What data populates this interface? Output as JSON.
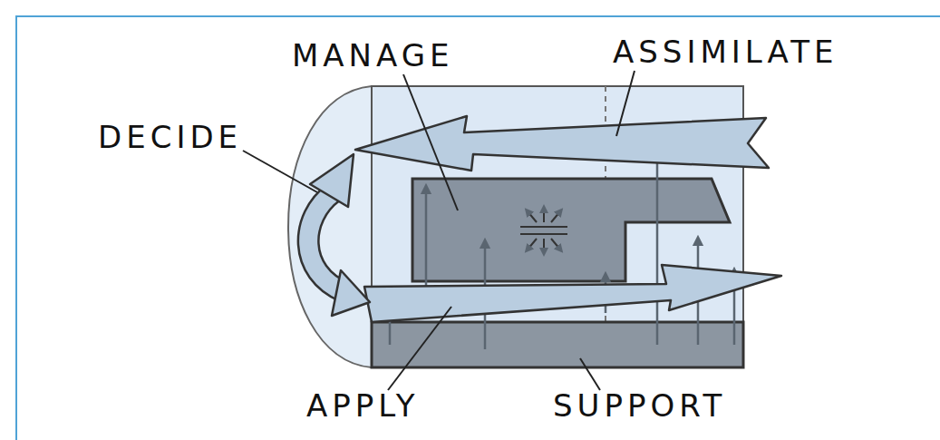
{
  "diagram": {
    "labels": [
      "MANAGE",
      "ASSIMILATE",
      "DECIDE",
      "APPLY",
      "SUPPORT"
    ]
  }
}
